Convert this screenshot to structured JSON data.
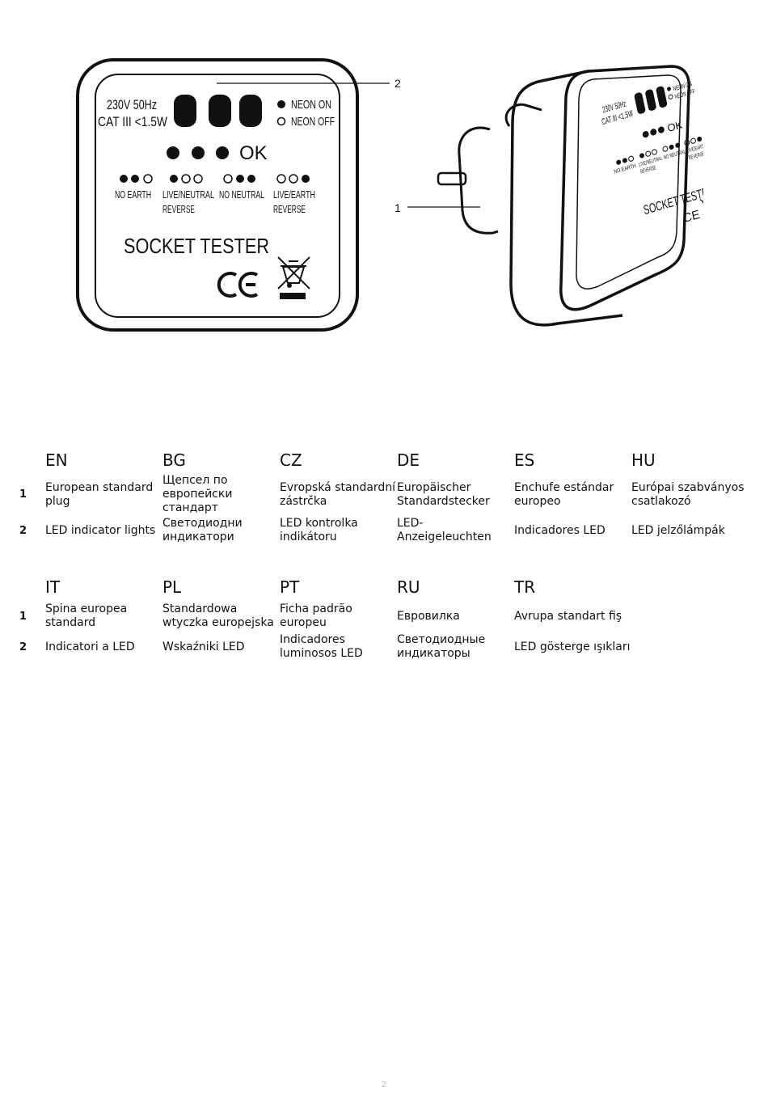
{
  "device_front": {
    "spec_line1": "230V  50Hz",
    "spec_line2": "CAT  III <1.5W",
    "neon_on": "NEON ON",
    "neon_off": "NEON OFF",
    "ok_label": "OK",
    "fault_labels": {
      "no_earth": "NO EARTH",
      "live_neutral": "LIVE/NEUTRAL",
      "no_neutral": "NO NEUTRAL",
      "live_earth": "LIVE/EARTH",
      "reverse": "REVERSE"
    },
    "product_name": "SOCKET TESTER",
    "ce_mark": "CE"
  },
  "callouts": {
    "plug": "1",
    "leds": "2"
  },
  "tables": [
    {
      "languages": [
        "EN",
        "BG",
        "CZ",
        "DE",
        "ES",
        "HU"
      ],
      "rows": [
        {
          "num": "1",
          "cells": [
            "European standard plug",
            "Щепсел по европейски стандарт",
            "Evropská standardní zástrčka",
            "Europäischer Standardstecker",
            "Enchufe estándar europeo",
            "Európai szabványos csatlakozó"
          ]
        },
        {
          "num": "2",
          "cells": [
            "LED indicator lights",
            "Светодиодни индикатори",
            "LED kontrolka indikátoru",
            "LED-Anzeigeleuchten",
            "Indicadores LED",
            "LED jelzőlámpák"
          ]
        }
      ]
    },
    {
      "languages": [
        "IT",
        "PL",
        "PT",
        "RU",
        "TR",
        ""
      ],
      "rows": [
        {
          "num": "1",
          "cells": [
            "Spina europea standard",
            "Standardowa wtyczka europejska",
            "Ficha padrão europeu",
            "Евровилка",
            "Avrupa standart fiş",
            ""
          ]
        },
        {
          "num": "2",
          "cells": [
            "Indicatori a LED",
            "Wskaźniki LED",
            "Indicadores luminosos LED",
            "Светодиодные индикаторы",
            "LED gösterge ışıkları",
            ""
          ]
        }
      ]
    }
  ],
  "page_number": "2"
}
